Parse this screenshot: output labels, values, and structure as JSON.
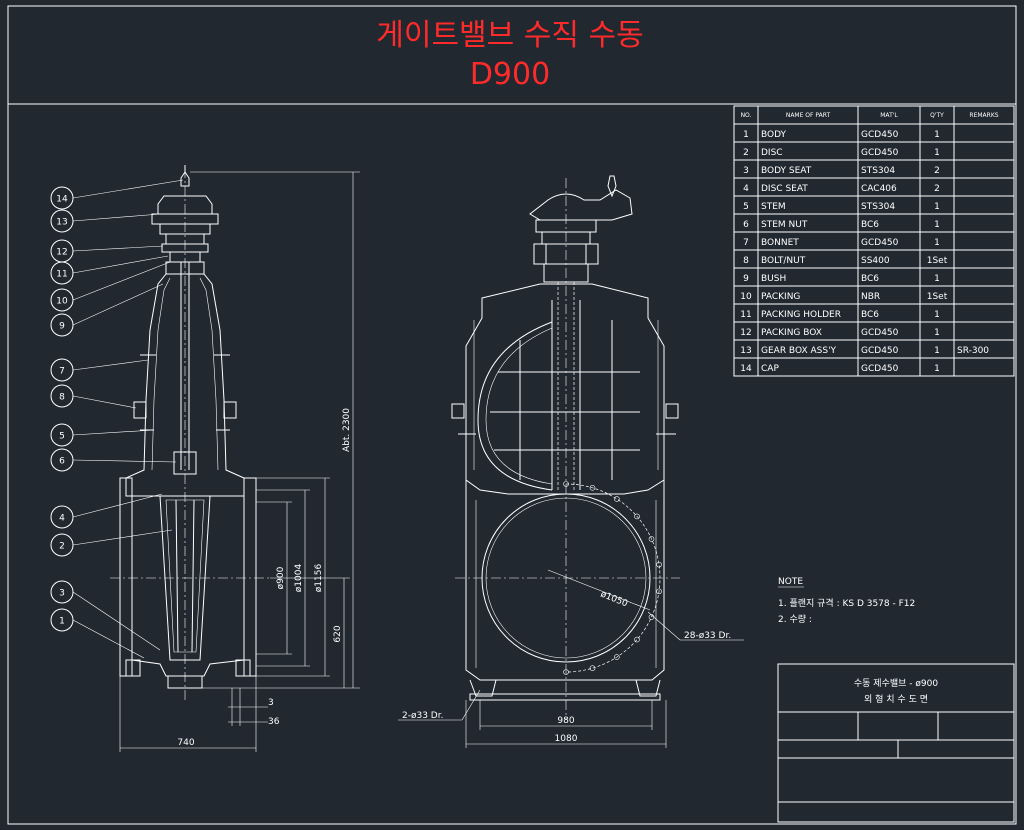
{
  "title": {
    "line1": "게이트밸브 수직 수동",
    "line2": "D900"
  },
  "balloons": [
    "14",
    "13",
    "12",
    "11",
    "10",
    "9",
    "7",
    "8",
    "5",
    "6",
    "4",
    "2",
    "3",
    "1"
  ],
  "parts_table": {
    "headers": [
      "NO.",
      "NAME OF PART",
      "MAT'L",
      "Q'TY",
      "REMARKS"
    ],
    "rows": [
      [
        "1",
        "BODY",
        "GCD450",
        "1",
        ""
      ],
      [
        "2",
        "DISC",
        "GCD450",
        "1",
        ""
      ],
      [
        "3",
        "BODY SEAT",
        "STS304",
        "2",
        ""
      ],
      [
        "4",
        "DISC SEAT",
        "CAC406",
        "2",
        ""
      ],
      [
        "5",
        "STEM",
        "STS304",
        "1",
        ""
      ],
      [
        "6",
        "STEM NUT",
        "BC6",
        "1",
        ""
      ],
      [
        "7",
        "BONNET",
        "GCD450",
        "1",
        ""
      ],
      [
        "8",
        "BOLT/NUT",
        "SS400",
        "1Set",
        ""
      ],
      [
        "9",
        "BUSH",
        "BC6",
        "1",
        ""
      ],
      [
        "10",
        "PACKING",
        "NBR",
        "1Set",
        ""
      ],
      [
        "11",
        "PACKING HOLDER",
        "BC6",
        "1",
        ""
      ],
      [
        "12",
        "PACKING BOX",
        "GCD450",
        "1",
        ""
      ],
      [
        "13",
        "GEAR BOX ASS'Y",
        "GCD450",
        "1",
        "SR-300"
      ],
      [
        "14",
        "CAP",
        "GCD450",
        "1",
        ""
      ]
    ]
  },
  "dimensions": {
    "height": "Abt. 2300",
    "flange_od": "ø1156",
    "pcd": "ø1004",
    "bore": "ø900",
    "center_height": "620",
    "face_to_face": "740",
    "small1": "3",
    "small2": "36",
    "base_width": "980",
    "overall_width": "1080",
    "front_pcd": "ø1050",
    "bolt_holes": "28-ø33 Dr.",
    "base_holes": "2-ø33 Dr."
  },
  "notes": {
    "heading": "NOTE",
    "items": [
      "1. 플랜지 규격 : KS D 3578 - F12",
      "2. 수량 :"
    ]
  },
  "title_block": {
    "line1": "수동 제수밸브 - ø900",
    "line2": "외 형 치 수 도 면"
  },
  "colors": {
    "background": "#212830",
    "lines": "#ffffff",
    "title": "#ff2a2a"
  }
}
